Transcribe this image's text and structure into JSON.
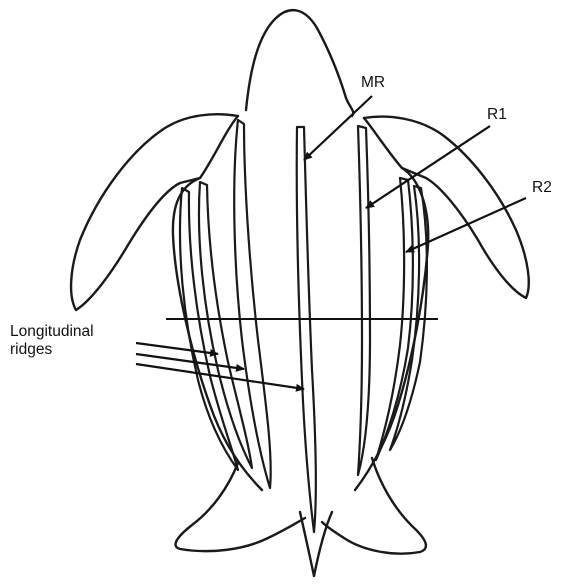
{
  "labels": {
    "mr": "MR",
    "r1": "R1",
    "r2": "R2",
    "longitudinal_line1": "Longitudinal",
    "longitudinal_line2": "ridges"
  },
  "colors": {
    "stroke": "#1a1a1a",
    "background": "#ffffff"
  }
}
